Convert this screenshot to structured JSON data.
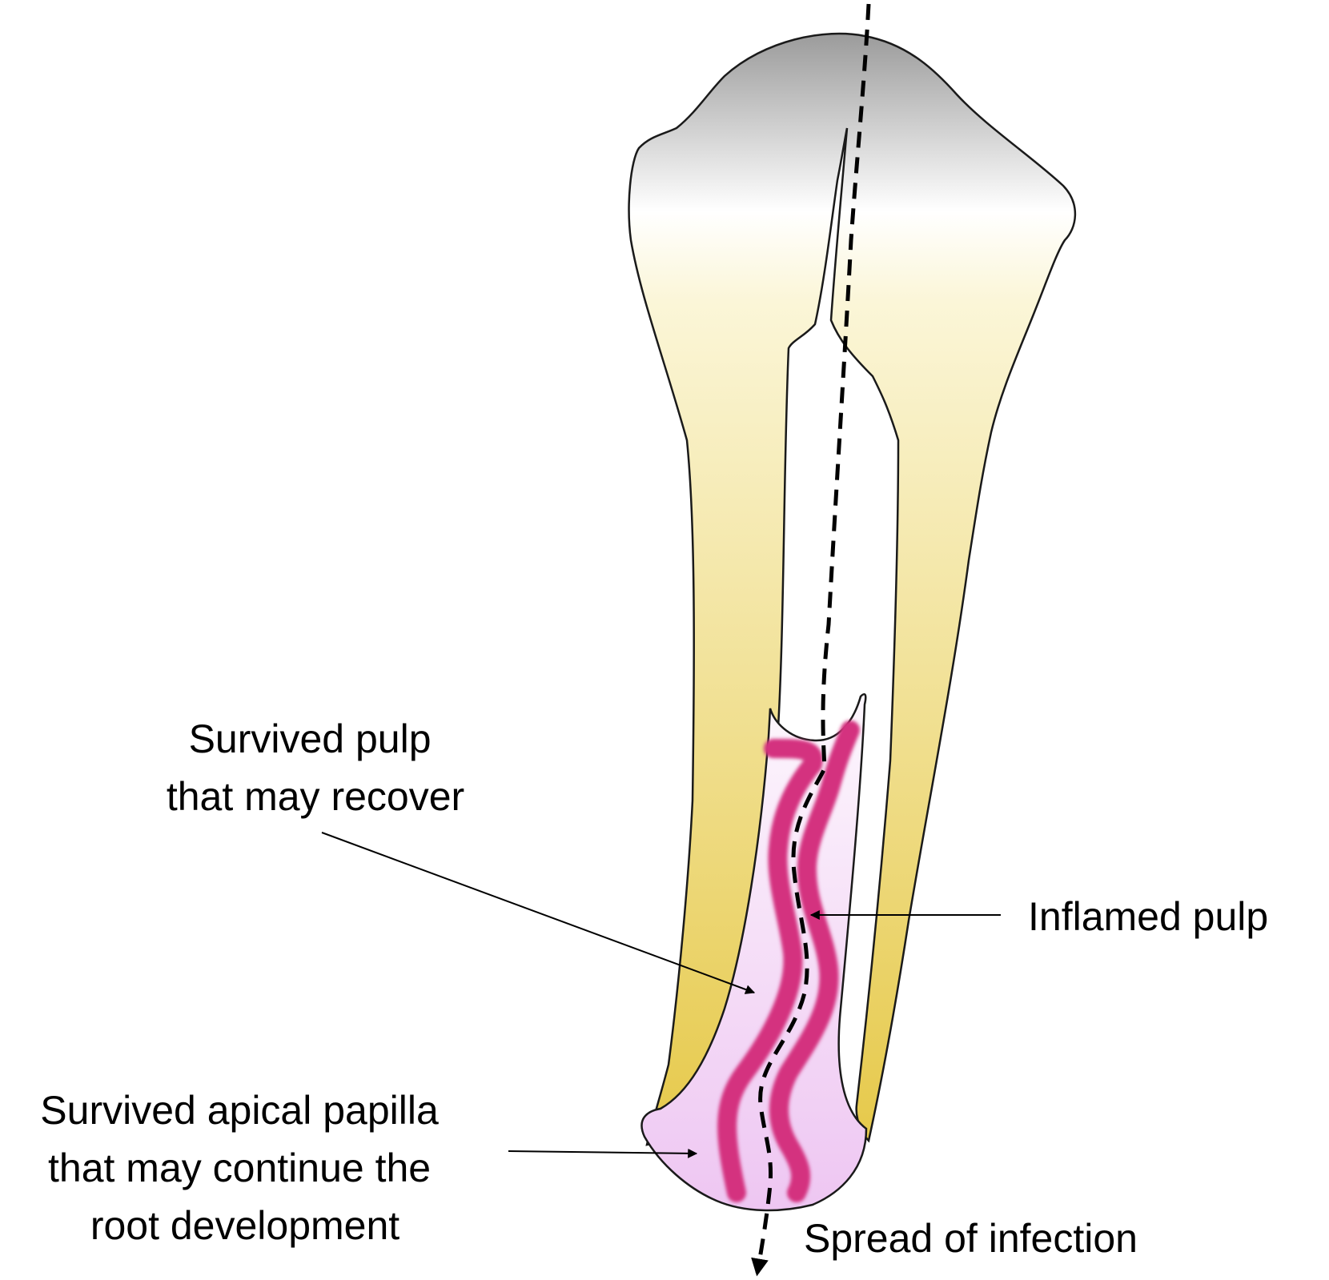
{
  "labels": {
    "survived_pulp": [
      "Survived pulp",
      "that may recover"
    ],
    "inflamed_pulp": "Inflamed pulp",
    "apical_papilla": [
      "Survived apical papilla",
      "that may continue the",
      "root development"
    ],
    "spread": "Spread of infection"
  },
  "colors": {
    "crown_top": "#9b9b9b",
    "crown_light": "#ffffff",
    "root_light": "#fbf6d8",
    "root_dark": "#e6c94a",
    "papilla_top": "#fdf7fd",
    "papilla_bottom": "#eec6f2",
    "inflamed_pulp": "#d4317f",
    "outline": "#1a1a1a"
  }
}
